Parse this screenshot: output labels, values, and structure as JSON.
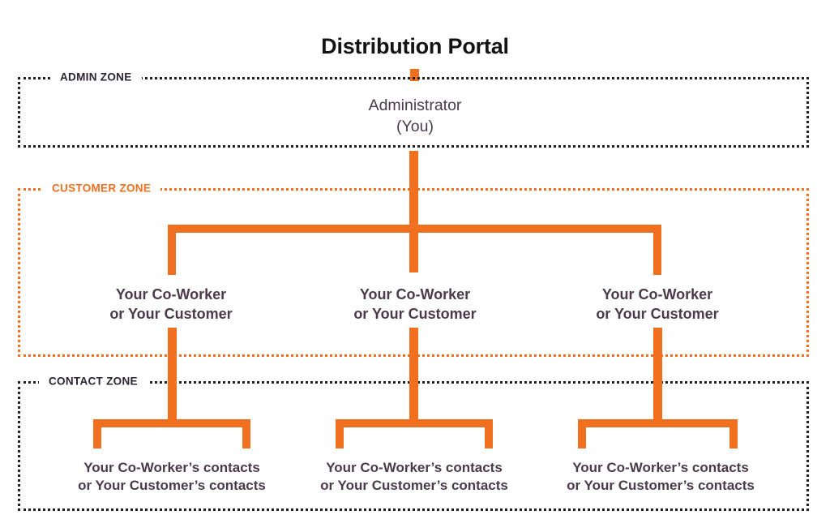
{
  "diagram": {
    "title": "Distribution Portal",
    "colors": {
      "orange": "#F0701F",
      "dark_text": "#141414",
      "node_text": "#4a3a4a",
      "dotted_dark": "#231f20"
    },
    "zones": [
      {
        "id": "admin",
        "label": "ADMIN ZONE",
        "border_color": "#231f20"
      },
      {
        "id": "customer",
        "label": "CUSTOMER ZONE",
        "border_color": "#F0701F"
      },
      {
        "id": "contact",
        "label": "CONTACT ZONE",
        "border_color": "#231f20"
      }
    ],
    "nodes": {
      "administrator": {
        "line1": "Administrator",
        "line2": "(You)"
      },
      "coworkers": [
        {
          "line1": "Your Co-Worker",
          "line2": "or Your Customer"
        },
        {
          "line1": "Your Co-Worker",
          "line2": "or Your Customer"
        },
        {
          "line1": "Your Co-Worker",
          "line2": "or Your Customer"
        }
      ],
      "contacts": [
        {
          "line1": "Your Co-Worker’s contacts",
          "line2": "or Your Customer’s contacts"
        },
        {
          "line1": "Your Co-Worker’s contacts",
          "line2": "or Your Customer’s contacts"
        },
        {
          "line1": "Your Co-Worker’s contacts",
          "line2": "or Your Customer’s contacts"
        }
      ]
    }
  }
}
